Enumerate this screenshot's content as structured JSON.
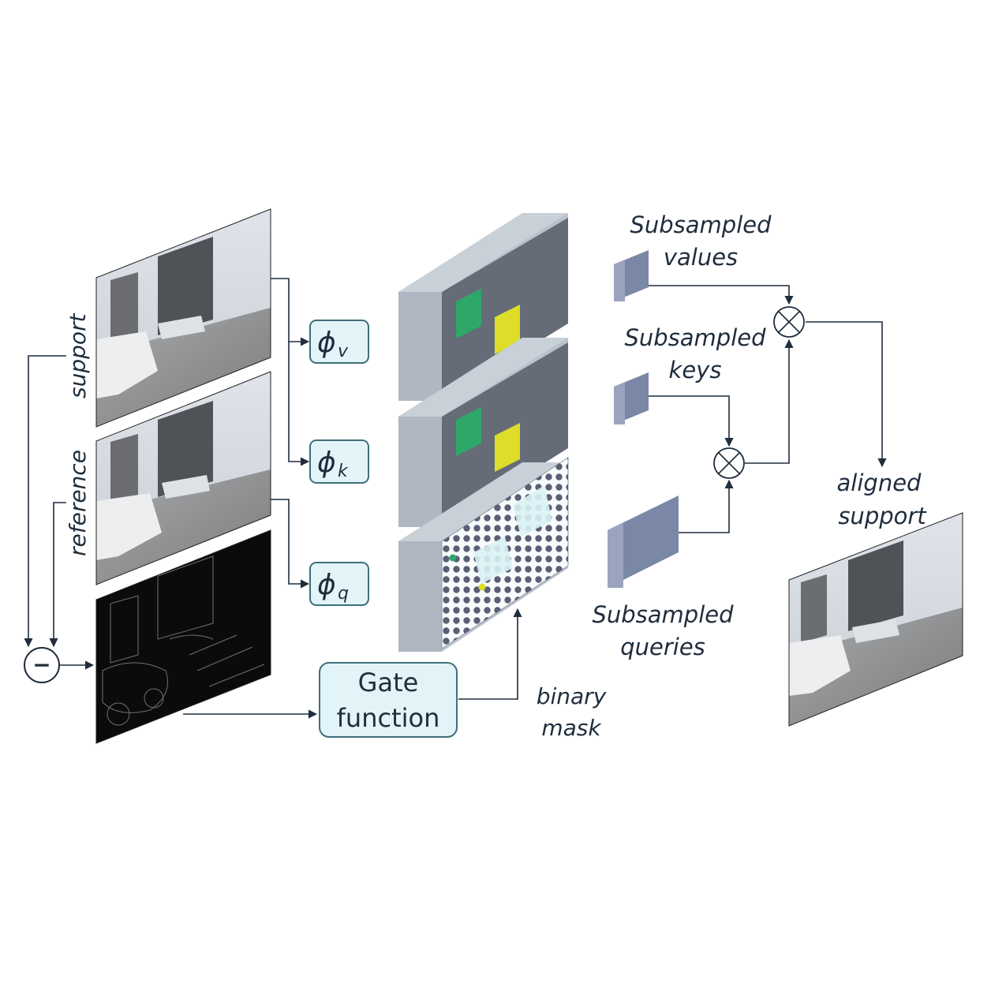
{
  "labels": {
    "support": "support",
    "reference": "reference",
    "phi_v": "ϕ",
    "phi_v_sub": "v",
    "phi_k": "ϕ",
    "phi_k_sub": "k",
    "phi_q": "ϕ",
    "phi_q_sub": "q",
    "gate_line1": "Gate",
    "gate_line2": "function",
    "binary_line1": "binary",
    "binary_line2": "mask",
    "values_line1": "Subsampled",
    "values_line2": "values",
    "keys_line1": "Subsampled",
    "keys_line2": "keys",
    "queries_line1": "Subsampled",
    "queries_line2": "queries",
    "aligned_line1": "aligned",
    "aligned_line2": "support",
    "minus": "−"
  },
  "colors": {
    "box_fill": "#e3f4f8",
    "box_stroke": "#3f6f7a",
    "slab_front": "#b9c2cc",
    "slab_panel": "#5d6570",
    "green_square": "#2ea868",
    "yellow_square": "#dede2a",
    "block_blue": "#7b87a6",
    "line": "#1f2d3d"
  }
}
